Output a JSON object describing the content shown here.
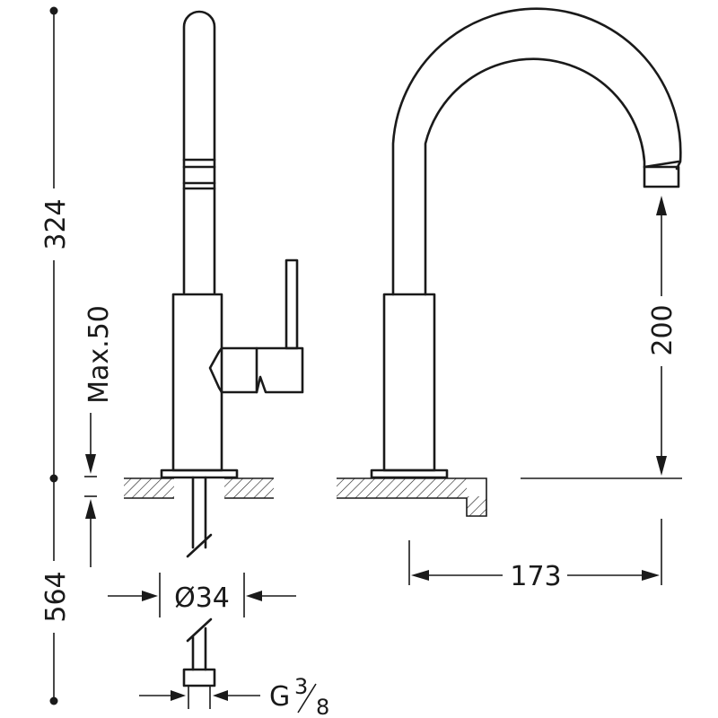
{
  "dimensions": {
    "total_height": "324",
    "spout_height": "200",
    "spout_reach": "173",
    "max_thickness": "Max.50",
    "hole_diameter": "Ø34",
    "hose_length": "564",
    "connection_prefix": "G",
    "connection_num": "3",
    "connection_den": "8"
  },
  "colors": {
    "line": "#1a1a1a",
    "background": "#ffffff"
  }
}
